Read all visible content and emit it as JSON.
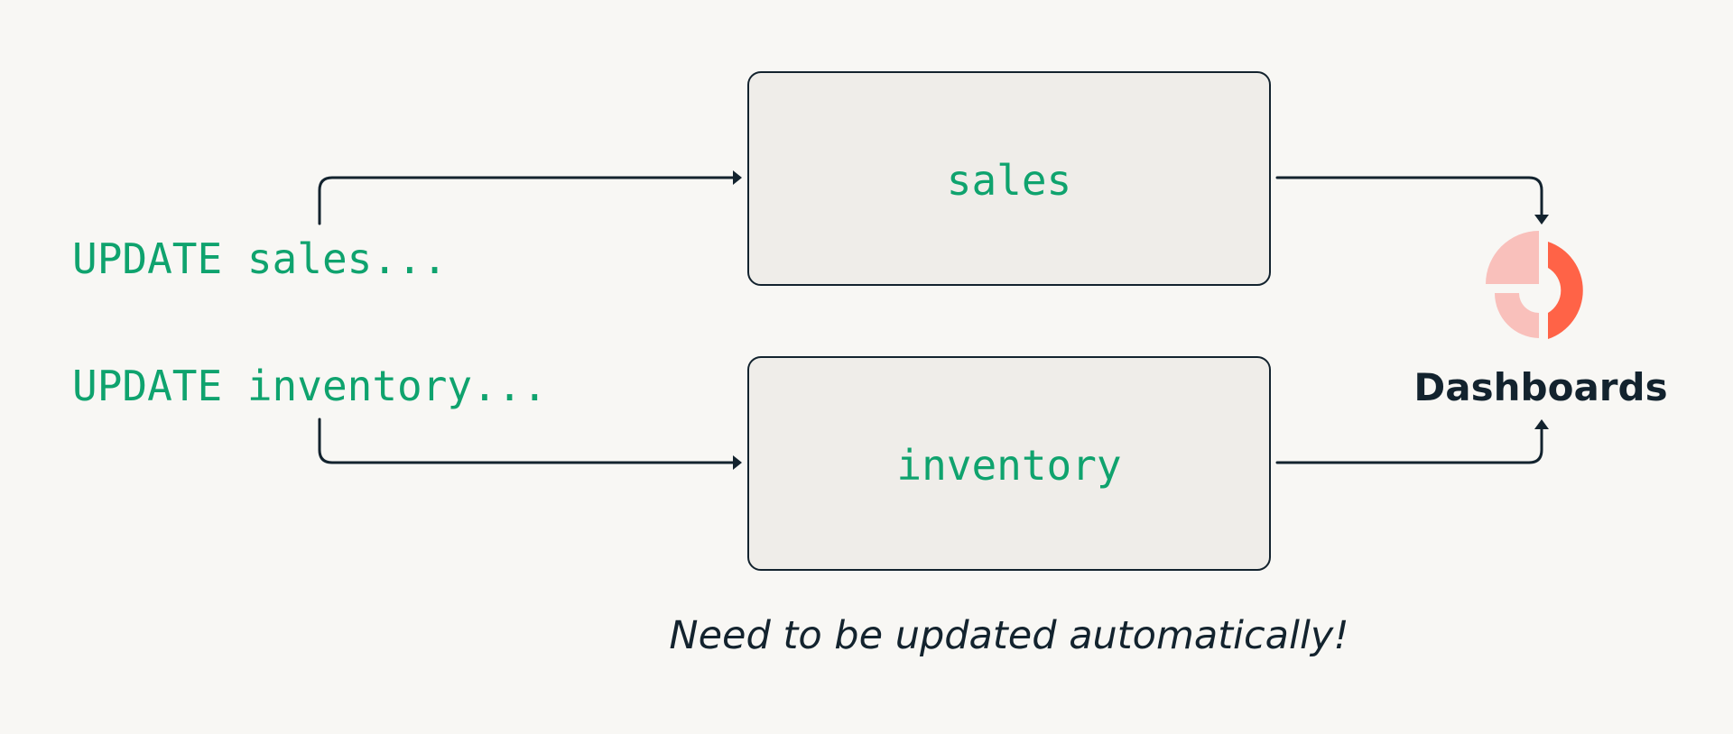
{
  "statements": {
    "sales_update": "UPDATE sales...",
    "inventory_update": "UPDATE inventory..."
  },
  "tables": {
    "sales": "sales",
    "inventory": "inventory"
  },
  "dashboards": {
    "label": "Dashboards",
    "icon": "dashboard-donut-icon"
  },
  "caption": "Need to be updated automatically!",
  "colors": {
    "background": "#f8f7f4",
    "code_green": "#0fa36e",
    "ink": "#13232e",
    "box_fill": "#efede9",
    "icon_pink": "#f9c0bb",
    "icon_red": "#ff6347"
  }
}
